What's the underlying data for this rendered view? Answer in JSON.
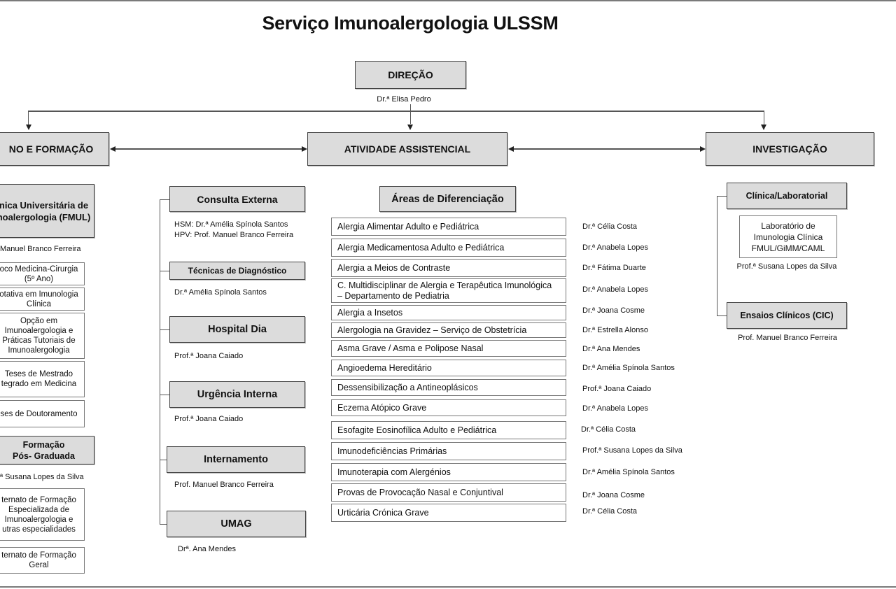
{
  "title": "Serviço Imunoalergologia ULSSM",
  "direcao": {
    "label": "DIREÇÃO",
    "person": "Dr.ª Elisa Pedro"
  },
  "departments": {
    "ensino": "NO E FORMAÇÃO",
    "assistencial": "ATIVIDADE ASSISTENCIAL",
    "investigacao": "INVESTIGAÇÃO"
  },
  "ensino": {
    "clinica": {
      "label": "nica Universitária de\nnoalergologia (FMUL)",
      "person": "Manuel Branco Ferreira"
    },
    "clinica_items": [
      "oco Medicina-Cirurgia\n(5º Ano)",
      "otativa em Imunologia\nClínica",
      "Opção em\nImunoalergologia e\nPráticas Tutoriais de\nImunoalergologia",
      "Teses de Mestrado\ntegrado em Medicina",
      "ses de Doutoramento"
    ],
    "pos_graduada": {
      "label": "Formação\nPós- Graduada",
      "person": "Susana Lopes da Silva"
    },
    "pos_items": [
      "ternato de Formação\nEspecializada de\nImunoalergologia e\nutras especialidades",
      "ternato de Formação\nGeral"
    ]
  },
  "assistencial": {
    "units": [
      {
        "label": "Consulta Externa",
        "people": "HSM: Dr.ª Amélia Spínola Santos\nHPV: Prof. Manuel Branco Ferreira"
      },
      {
        "label": "Técnicas de Diagnóstico",
        "people": "Dr.ª Amélia Spínola Santos"
      },
      {
        "label": "Hospital Dia",
        "people": "Prof.ª Joana Caiado"
      },
      {
        "label": "Urgência Interna",
        "people": "Prof.ª Joana Caiado"
      },
      {
        "label": "Internamento",
        "people": "Prof. Manuel Branco Ferreira"
      },
      {
        "label": "UMAG",
        "people": "Drª. Ana Mendes"
      }
    ],
    "areas_title": "Áreas de Diferenciação",
    "areas": [
      {
        "label": "Alergia Alimentar Adulto e Pediátrica",
        "person": "Dr.ª Célia Costa"
      },
      {
        "label": "Alergia Medicamentosa Adulto e Pediátrica",
        "person": "Dr.ª Anabela Lopes"
      },
      {
        "label": "Alergia a Meios de Contraste",
        "person": "Dr.ª Fátima Duarte"
      },
      {
        "label": "C. Multidisciplinar de Alergia e Terapêutica Imunológica\n– Departamento de Pediatria",
        "person": "Dr.ª Anabela Lopes"
      },
      {
        "label": "Alergia a Insetos",
        "person": "Dr.ª Joana Cosme"
      },
      {
        "label": "Alergologia na Gravidez – Serviço de Obstetrícia",
        "person": "Dr.ª Estrella Alonso"
      },
      {
        "label": "Asma Grave / Asma e Polipose Nasal",
        "person": "Dr.ª Ana Mendes"
      },
      {
        "label": "Angioedema Hereditário",
        "person": "Dr.ª Amélia Spínola Santos"
      },
      {
        "label": "Dessensibilização a Antineoplásicos",
        "person": "Prof.ª Joana Caiado"
      },
      {
        "label": "Eczema Atópico Grave",
        "person": "Dr.ª Anabela Lopes"
      },
      {
        "label": "Esofagite Eosinofílica Adulto e Pediátrica",
        "person": "Dr.ª Célia Costa"
      },
      {
        "label": "Imunodeficiências Primárias",
        "person": "Prof.ª Susana Lopes da Silva"
      },
      {
        "label": "Imunoterapia com Alergénios",
        "person": "Dr.ª Amélia Spínola Santos"
      },
      {
        "label": "Provas de Provocação Nasal e Conjuntival",
        "person": "Dr.ª Joana Cosme"
      },
      {
        "label": "Urticária Crónica Grave",
        "person": "Dr.ª Célia Costa"
      }
    ]
  },
  "investigacao": {
    "clinica_lab": {
      "label": "Clínica/Laboratorial"
    },
    "laboratorio": {
      "label": "Laboratório de\nImunologia Clínica\nFMUL/GiMM/CAML",
      "person": "Prof.ª Susana Lopes da Silva"
    },
    "ensaios": {
      "label": "Ensaios Clínicos (CIC)",
      "person": "Prof. Manuel Branco Ferreira"
    }
  }
}
